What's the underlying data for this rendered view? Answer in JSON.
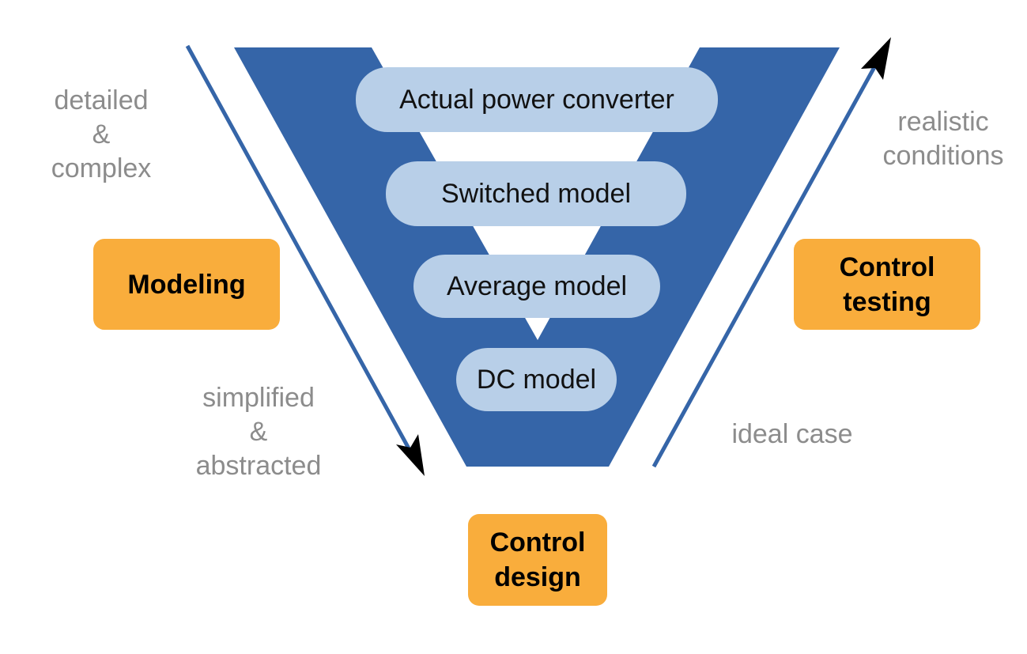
{
  "colors": {
    "funnel": "#3565a8",
    "pill": "#b8cfe8",
    "stage_box": "#f9ad3c",
    "annotation_text": "#8c8c8c",
    "arrow_line": "#3565a8",
    "arrow_head": "#000000"
  },
  "funnel_levels": [
    "Actual power converter",
    "Switched model",
    "Average model",
    "DC model"
  ],
  "stages": {
    "modeling": [
      "Modeling"
    ],
    "control_design": [
      "Control",
      "design"
    ],
    "control_testing": [
      "Control",
      "testing"
    ]
  },
  "annotations": {
    "top_left": [
      "detailed",
      "&",
      "complex"
    ],
    "bottom_left": [
      "simplified",
      "&",
      "abstracted"
    ],
    "top_right": [
      "realistic",
      "conditions"
    ],
    "bottom_right": "ideal case"
  }
}
